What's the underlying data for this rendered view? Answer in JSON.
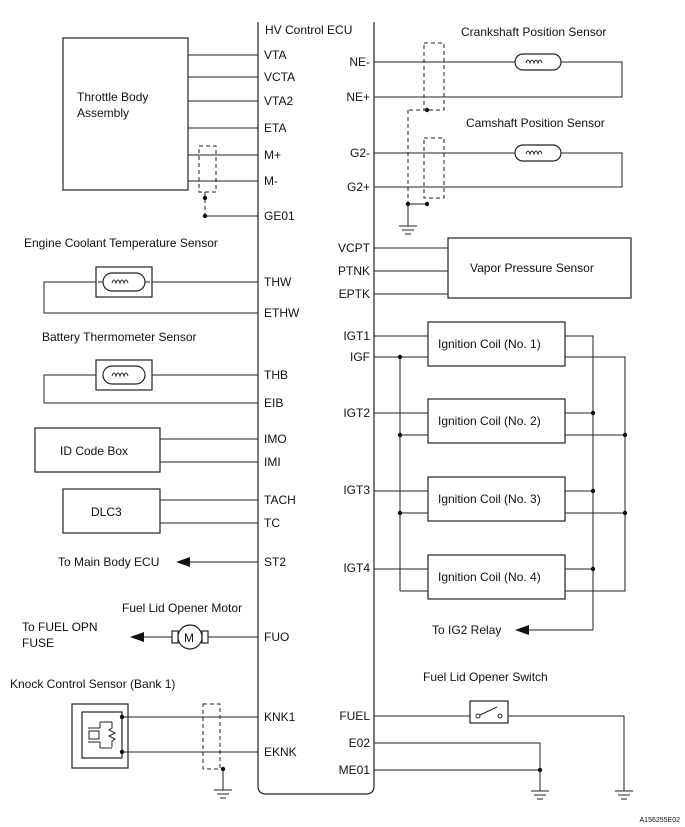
{
  "ecu": {
    "title": "HV Control ECU",
    "left_pins": [
      "VTA",
      "VCTA",
      "VTA2",
      "ETA",
      "M+",
      "M-",
      "GE01",
      "THW",
      "ETHW",
      "THB",
      "EIB",
      "IMO",
      "IMI",
      "TACH",
      "TC",
      "ST2",
      "FUO",
      "KNK1",
      "EKNK"
    ],
    "right_pins": [
      "NE-",
      "NE+",
      "G2-",
      "G2+",
      "VCPT",
      "PTNK",
      "EPTK",
      "IGT1",
      "IGF",
      "IGT2",
      "IGT3",
      "IGT4",
      "FUEL",
      "E02",
      "ME01"
    ]
  },
  "components": {
    "throttle_line1": "Throttle Body",
    "throttle_line2": "Assembly",
    "ect_sensor": "Engine Coolant Temperature Sensor",
    "battery_sensor": "Battery Thermometer Sensor",
    "id_code_box": "ID Code Box",
    "dlc3": "DLC3",
    "main_body_ecu": "To Main Body ECU",
    "fuel_motor": "Fuel Lid Opener Motor",
    "fuel_fuse_line1": "To  FUEL OPN",
    "fuel_fuse_line2": "FUSE",
    "knock_sensor": "Knock Control Sensor (Bank 1)",
    "crank_sensor": "Crankshaft Position Sensor",
    "cam_sensor": "Camshaft Position Sensor",
    "vapor_sensor": "Vapor Pressure Sensor",
    "coils": [
      "Ignition Coil (No. 1)",
      "Ignition Coil (No. 2)",
      "Ignition Coil (No. 3)",
      "Ignition Coil (No. 4)"
    ],
    "ig2_relay": "To IG2 Relay",
    "fuel_switch": "Fuel Lid Opener Switch",
    "motor_symbol": "M"
  },
  "figure_id": "A156255E02"
}
